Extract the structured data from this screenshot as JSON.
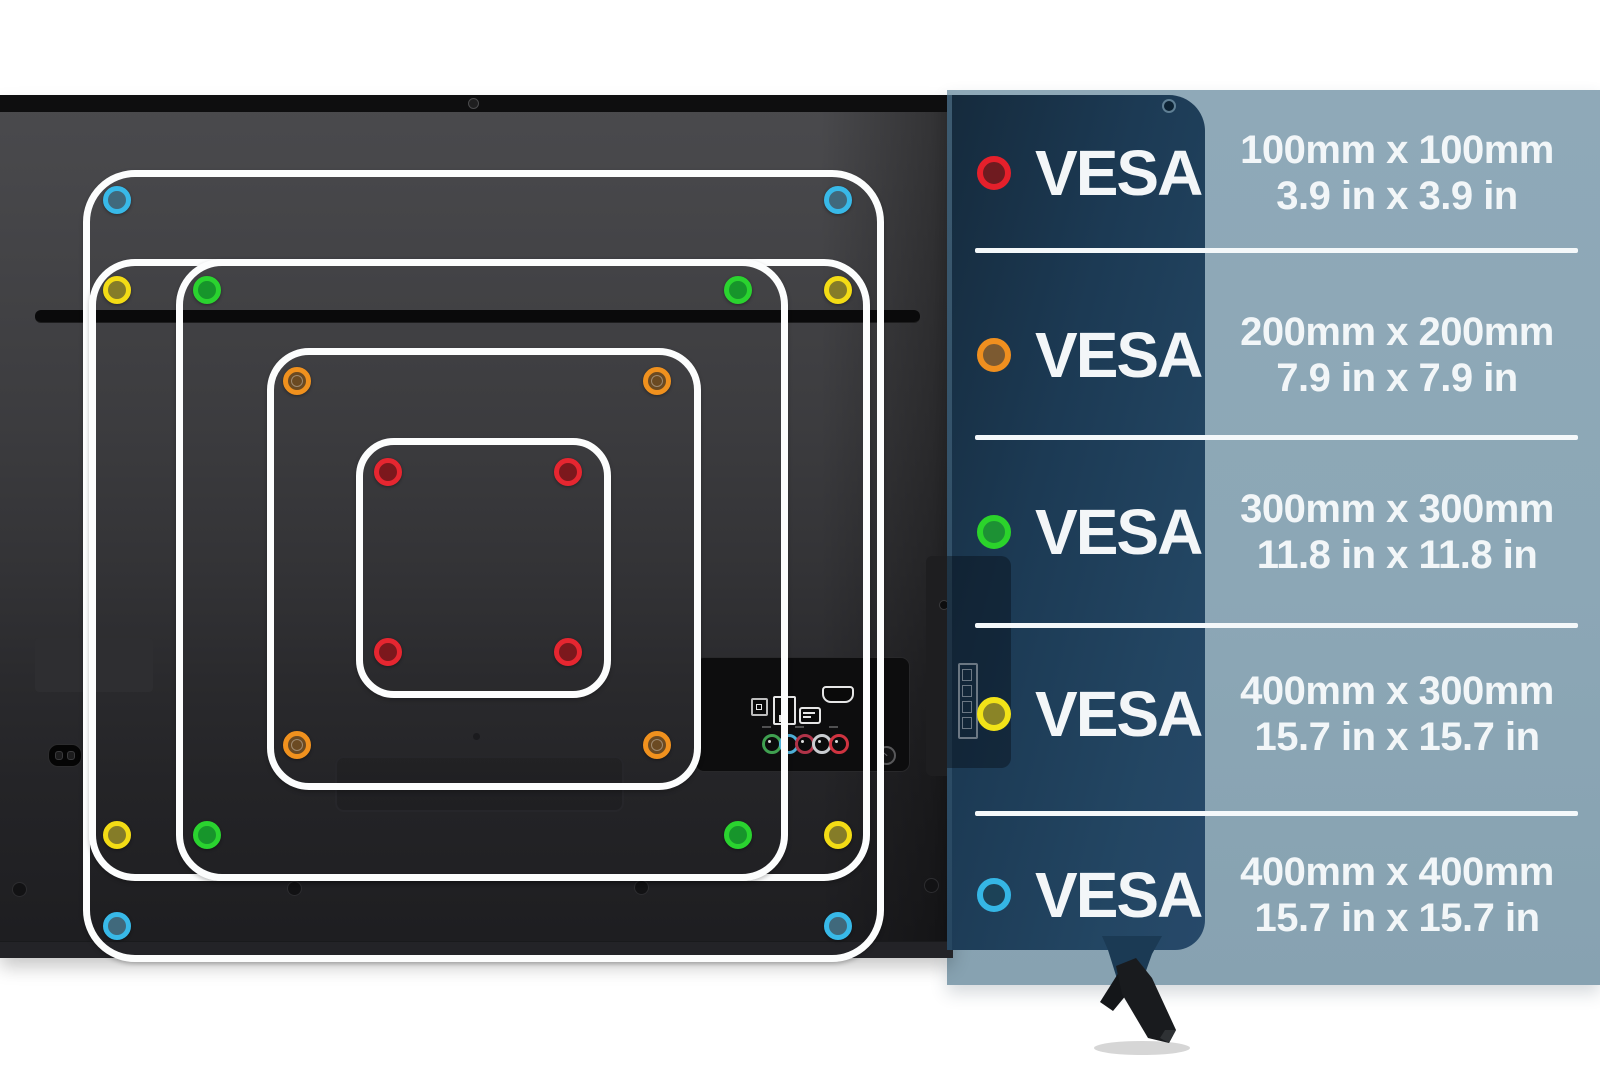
{
  "legend": {
    "panel_dark_color": "#1e3d57",
    "panel_light_color": "#8ca7b6",
    "divider_color": "#f4f8fa",
    "text_color": "#f2f6f8",
    "rows": [
      {
        "standard": "VESA",
        "color_name": "red",
        "size_mm": "100mm x 100mm",
        "size_in": "3.9 in x 3.9 in",
        "dot_ring": "#e5202b",
        "dot_fill": "#6f1b20"
      },
      {
        "standard": "VESA",
        "color_name": "orange",
        "size_mm": "200mm x 200mm",
        "size_in": "7.9 in x 7.9 in",
        "dot_ring": "#ef8f1f",
        "dot_fill": "#7c5a31"
      },
      {
        "standard": "VESA",
        "color_name": "green",
        "size_mm": "300mm x 300mm",
        "size_in": "11.8 in x 11.8 in",
        "dot_ring": "#2bd32b",
        "dot_fill": "#1d9134"
      },
      {
        "standard": "VESA",
        "color_name": "yellow",
        "size_mm": "400mm x 300mm",
        "size_in": "15.7 in x 15.7 in",
        "dot_ring": "#f2e318",
        "dot_fill": "#8a8427"
      },
      {
        "standard": "VESA",
        "color_name": "blue",
        "size_mm": "400mm x 400mm",
        "size_in": "15.7 in x 15.7 in",
        "dot_ring": "#35b6e5",
        "dot_fill": "#1c4257"
      }
    ]
  },
  "tv_back": {
    "outline_color": "#fcfdfd",
    "hole_colors": {
      "red": {
        "ring": "#e62630",
        "fill": "#7c181d"
      },
      "orange": {
        "ring": "#f0911e",
        "fill": "#6b4a22"
      },
      "green": {
        "ring": "#2ad32f",
        "fill": "#17952b"
      },
      "yellow": {
        "ring": "#f3dc15",
        "fill": "#857c28"
      },
      "blue": {
        "ring": "#38b9e8",
        "fill": "#40697c"
      }
    },
    "patterns": [
      {
        "color_name": "blue",
        "vesa_size": "400mm x 400mm"
      },
      {
        "color_name": "yellow",
        "vesa_size": "400mm x 300mm"
      },
      {
        "color_name": "green",
        "vesa_size": "300mm x 300mm"
      },
      {
        "color_name": "orange",
        "vesa_size": "200mm x 200mm"
      },
      {
        "color_name": "red",
        "vesa_size": "100mm x 100mm"
      }
    ]
  }
}
